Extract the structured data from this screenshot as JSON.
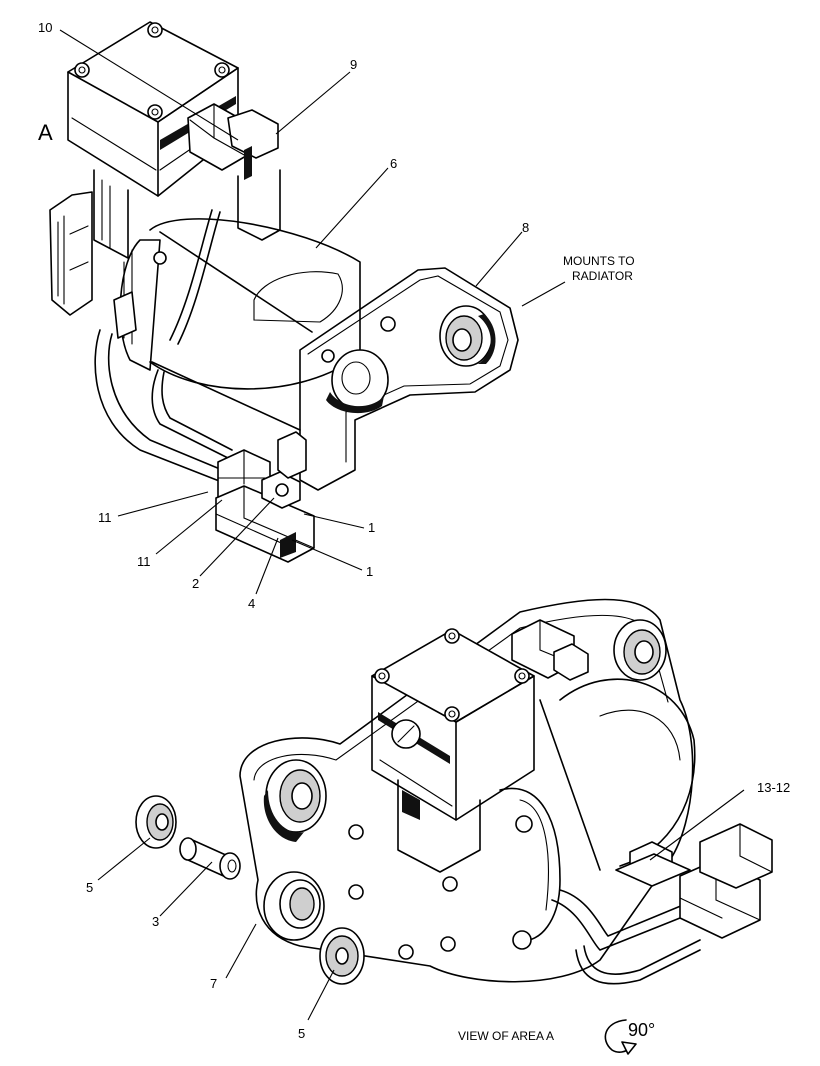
{
  "view_letter": "A",
  "callouts": {
    "c10": "10",
    "c9": "9",
    "c6": "6",
    "c8": "8",
    "c11a": "11",
    "c11b": "11",
    "c1a": "1",
    "c1b": "1",
    "c2": "2",
    "c4": "4",
    "c13_12": "13-12",
    "c5a": "5",
    "c5b": "5",
    "c3": "3",
    "c7": "7"
  },
  "note_mounts_line1": "MOUNTS TO",
  "note_mounts_line2": "RADIATOR",
  "view_caption": "VIEW OF AREA  A",
  "rotation_label": "90°"
}
